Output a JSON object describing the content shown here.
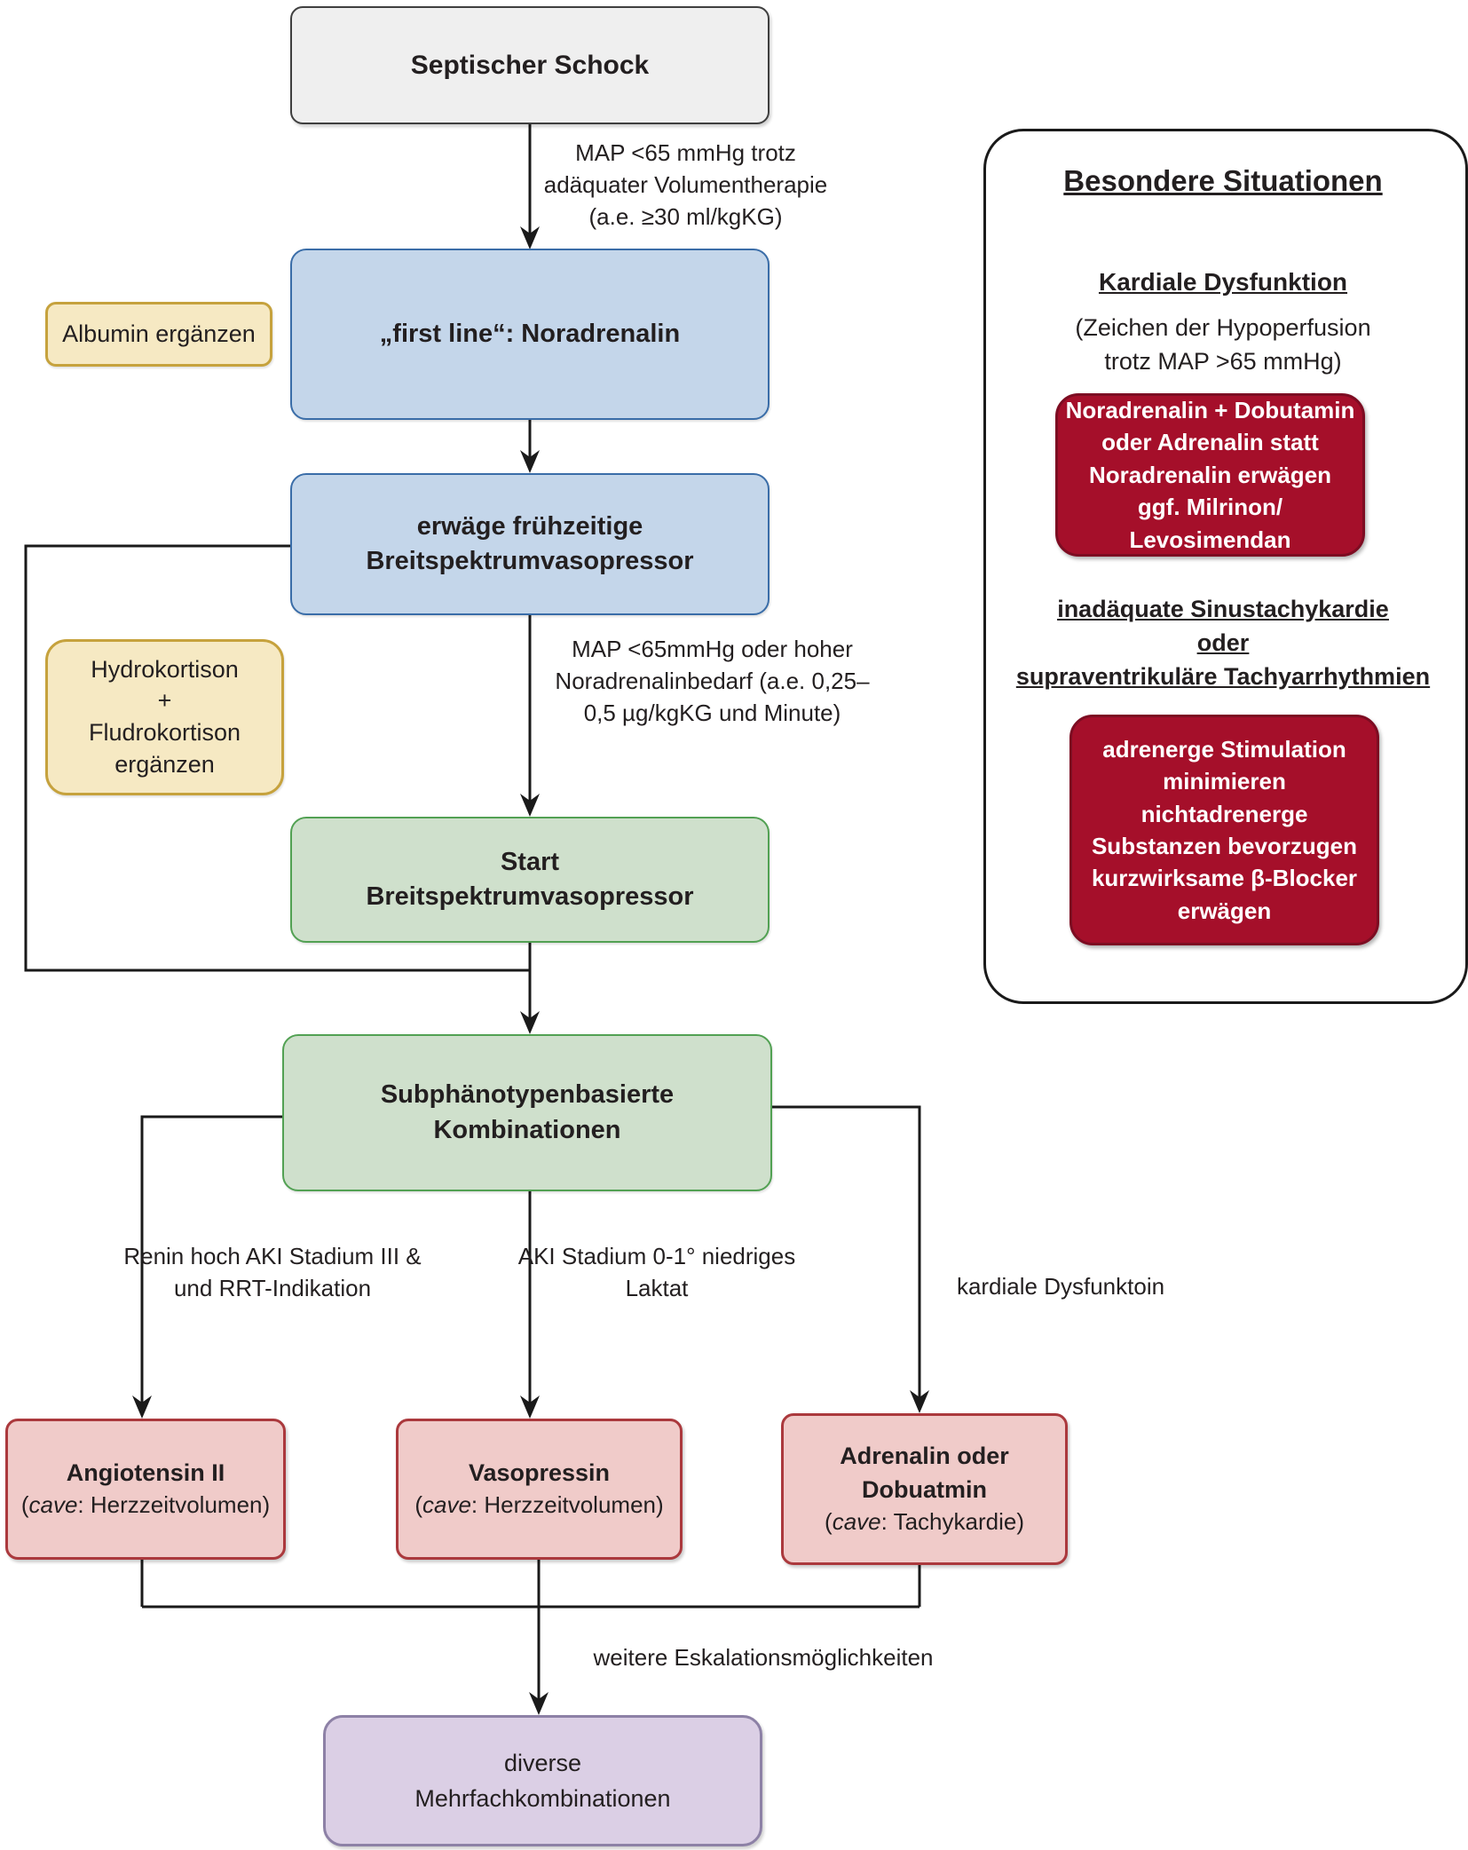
{
  "diagram": {
    "nodes": {
      "schock": {
        "label": "Septischer Schock"
      },
      "firstline": {
        "label": "„first line“: Noradrenalin"
      },
      "erwaege": {
        "lines": [
          "erwäge frühzeitige",
          "Breitspektrumvasopressor"
        ]
      },
      "start": {
        "lines": [
          "Start",
          "Breitspektrumvasopressor"
        ]
      },
      "subphaeno": {
        "lines": [
          "Subphänotypenbasierte",
          "Kombinationen"
        ]
      },
      "albumin": {
        "label": "Albumin ergänzen"
      },
      "hydro": {
        "lines": [
          "Hydrokortison",
          "+",
          "Fludrokortison",
          "ergänzen"
        ]
      },
      "angiotensin": {
        "title": "Angiotensin II",
        "cave_prefix": "(",
        "cave_word": "cave",
        "cave_rest": ": Herzzeitvolumen)"
      },
      "vasopressin": {
        "title": "Vasopressin",
        "cave_prefix": "(",
        "cave_word": "cave",
        "cave_rest": ": Herzzeitvolumen)"
      },
      "adrenalin": {
        "title_lines": [
          "Adrenalin oder",
          "Dobuatmin"
        ],
        "cave_prefix": "(",
        "cave_word": "cave",
        "cave_rest": ": Tachykardie)"
      },
      "diverse": {
        "lines": [
          "diverse",
          "Mehrfachkombinationen"
        ]
      }
    },
    "edge_labels": {
      "map_trotz": [
        "MAP <65 mmHg trotz",
        "adäquater Volumentherapie",
        "(a.e. ≥30 ml/kgKG)"
      ],
      "map_oder": [
        "MAP <65mmHg",
        "oder",
        "hoher Noradrenalinbedarf",
        "(a.e. 0,25–0,5 µg/kgKG",
        "und Minute)"
      ],
      "renin": [
        "Renin hoch",
        "AKI Stadium III & und",
        "RRT-Indikation"
      ],
      "aki": [
        "AKI Stadium",
        "0-1°",
        "niedriges Laktat"
      ],
      "kardial": "kardiale Dysfunktoin",
      "eskalation": "weitere Eskalationsmöglichkeiten"
    },
    "panel": {
      "title": "Besondere Situationen",
      "section1": {
        "heading": "Kardiale Dysfunktion",
        "note_lines": [
          "(Zeichen der Hypoperfusion",
          "trotz MAP >65 mmHg)"
        ],
        "box_lines": [
          "Noradrenalin + Dobutamin",
          "oder Adrenalin statt",
          "Noradrenalin erwägen",
          "ggf. Milrinon/",
          "Levosimendan"
        ]
      },
      "section2": {
        "heading_lines": [
          "inadäquate Sinustachykardie",
          "oder",
          "supraventrikuläre Tachyarrhythmien"
        ],
        "box_lines": [
          "adrenerge Stimulation",
          "minimieren",
          "nichtadrenerge",
          "Substanzen bevorzugen",
          "kurzwirksame β-Blocker",
          "erwägen"
        ]
      }
    },
    "colors": {
      "node_gray": "#efefef",
      "node_blue": "#c4d6ea",
      "node_blue_border": "#3a6da8",
      "node_green": "#cfe0cc",
      "node_green_border": "#52a153",
      "node_yellow": "#f6e9c3",
      "node_yellow_border": "#c6a23d",
      "node_pink": "#f0cbc9",
      "node_pink_border": "#ab393d",
      "node_red": "#a50f2a",
      "node_purple": "#dbcfe5",
      "line": "#1a1a1a"
    }
  }
}
